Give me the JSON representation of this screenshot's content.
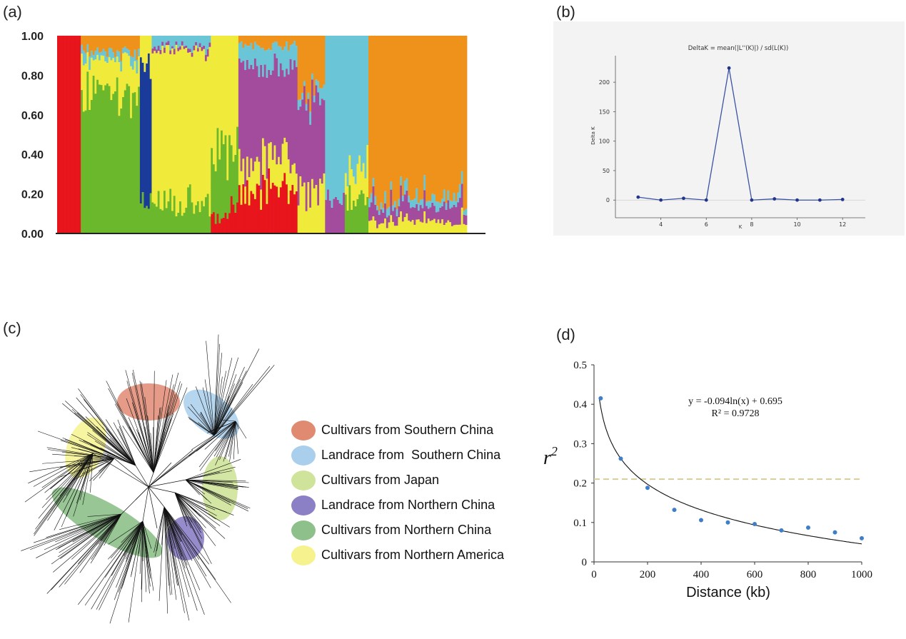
{
  "panels": {
    "a_label": "(a)",
    "b_label": "(b)",
    "c_label": "(c)",
    "d_label": "(d)"
  },
  "colors": {
    "red": "#e8151d",
    "green": "#6cb82c",
    "blue": "#1b3b9a",
    "yellow": "#f0ea3a",
    "purple": "#a34c9e",
    "cyan": "#6ac6d7",
    "orange": "#ef921b",
    "dk_line": "#3a53a4",
    "ld_point": "#3f7fc9",
    "threshold": "#d6cd9a"
  },
  "chart_data": [
    {
      "type": "bar",
      "panel": "a",
      "stacked": true,
      "yticks": [
        "0.00",
        "0.20",
        "0.40",
        "0.60",
        "0.80",
        "1.00"
      ],
      "ylim": [
        0,
        1
      ],
      "components": [
        "red",
        "green",
        "blue",
        "yellow",
        "purple",
        "cyan",
        "orange"
      ],
      "groups": [
        {
          "n": 12,
          "red": 1.0
        },
        {
          "n": 30,
          "green": 0.72,
          "yellow": 0.16,
          "cyan": 0.04,
          "orange": 0.08
        },
        {
          "n": 6,
          "blue": 0.7,
          "green": 0.15,
          "yellow": 0.15
        },
        {
          "n": 30,
          "yellow": 0.78,
          "green": 0.15,
          "cyan": 0.05,
          "purple": 0.02
        },
        {
          "n": 14,
          "yellow": 0.6,
          "green": 0.3,
          "red": 0.1
        },
        {
          "n": 30,
          "purple": 0.5,
          "red": 0.2,
          "yellow": 0.15,
          "cyan": 0.1,
          "orange": 0.05
        },
        {
          "n": 14,
          "orange": 0.28,
          "purple": 0.45,
          "yellow": 0.22,
          "cyan": 0.05
        },
        {
          "n": 10,
          "cyan": 0.82,
          "purple": 0.18
        },
        {
          "n": 12,
          "cyan": 0.65,
          "green": 0.2,
          "yellow": 0.15
        },
        {
          "n": 50,
          "orange": 0.82,
          "purple": 0.08,
          "yellow": 0.06,
          "cyan": 0.04
        }
      ]
    },
    {
      "type": "line",
      "panel": "b",
      "title": "DeltaK = mean(|L''(K)|) / sd(L(K))",
      "xlabel": "K",
      "ylabel": "Delta K",
      "x": [
        3,
        4,
        5,
        6,
        7,
        8,
        9,
        10,
        11,
        12
      ],
      "values": [
        5,
        0,
        3,
        0,
        224,
        0,
        2,
        0,
        0,
        1
      ],
      "xticks": [
        "4",
        "6",
        "8",
        "10",
        "12"
      ],
      "yticks": [
        "0",
        "50",
        "100",
        "150",
        "200"
      ],
      "xlim": [
        2,
        13
      ],
      "ylim": [
        -30,
        245
      ]
    },
    {
      "type": "scatter",
      "panel": "d",
      "xlabel": "Distance (kb)",
      "ylabel": "r²",
      "x": [
        25,
        100,
        200,
        300,
        400,
        500,
        600,
        700,
        800,
        900,
        1000
      ],
      "values": [
        0.415,
        0.262,
        0.188,
        0.132,
        0.106,
        0.1,
        0.096,
        0.08,
        0.087,
        0.075,
        0.06
      ],
      "xticks": [
        "0",
        "200",
        "400",
        "600",
        "800",
        "1000"
      ],
      "yticks": [
        "0",
        "0.1",
        "0.2",
        "0.3",
        "0.4",
        "0.5"
      ],
      "xlim": [
        0,
        1000
      ],
      "ylim": [
        0,
        0.5
      ],
      "threshold": 0.21,
      "fit": {
        "a": -0.094,
        "b": 0.695
      },
      "equation": "y = -0.094ln(x) + 0.695",
      "r2": "R² = 0.9728"
    }
  ],
  "tree": {
    "legend": [
      {
        "label": "Cultivars from Southern China",
        "color": "#e08a72"
      },
      {
        "label": "Landrace from  Southern China",
        "color": "#a9cfec"
      },
      {
        "label": "Cultivars from Japan",
        "color": "#cfe39a"
      },
      {
        "label": "Landrace from Northern China",
        "color": "#8b7fc5"
      },
      {
        "label": "Cultivars from Northern China",
        "color": "#8dc08a"
      },
      {
        "label": "Cultivars from Northern America",
        "color": "#f6f38f"
      }
    ]
  }
}
